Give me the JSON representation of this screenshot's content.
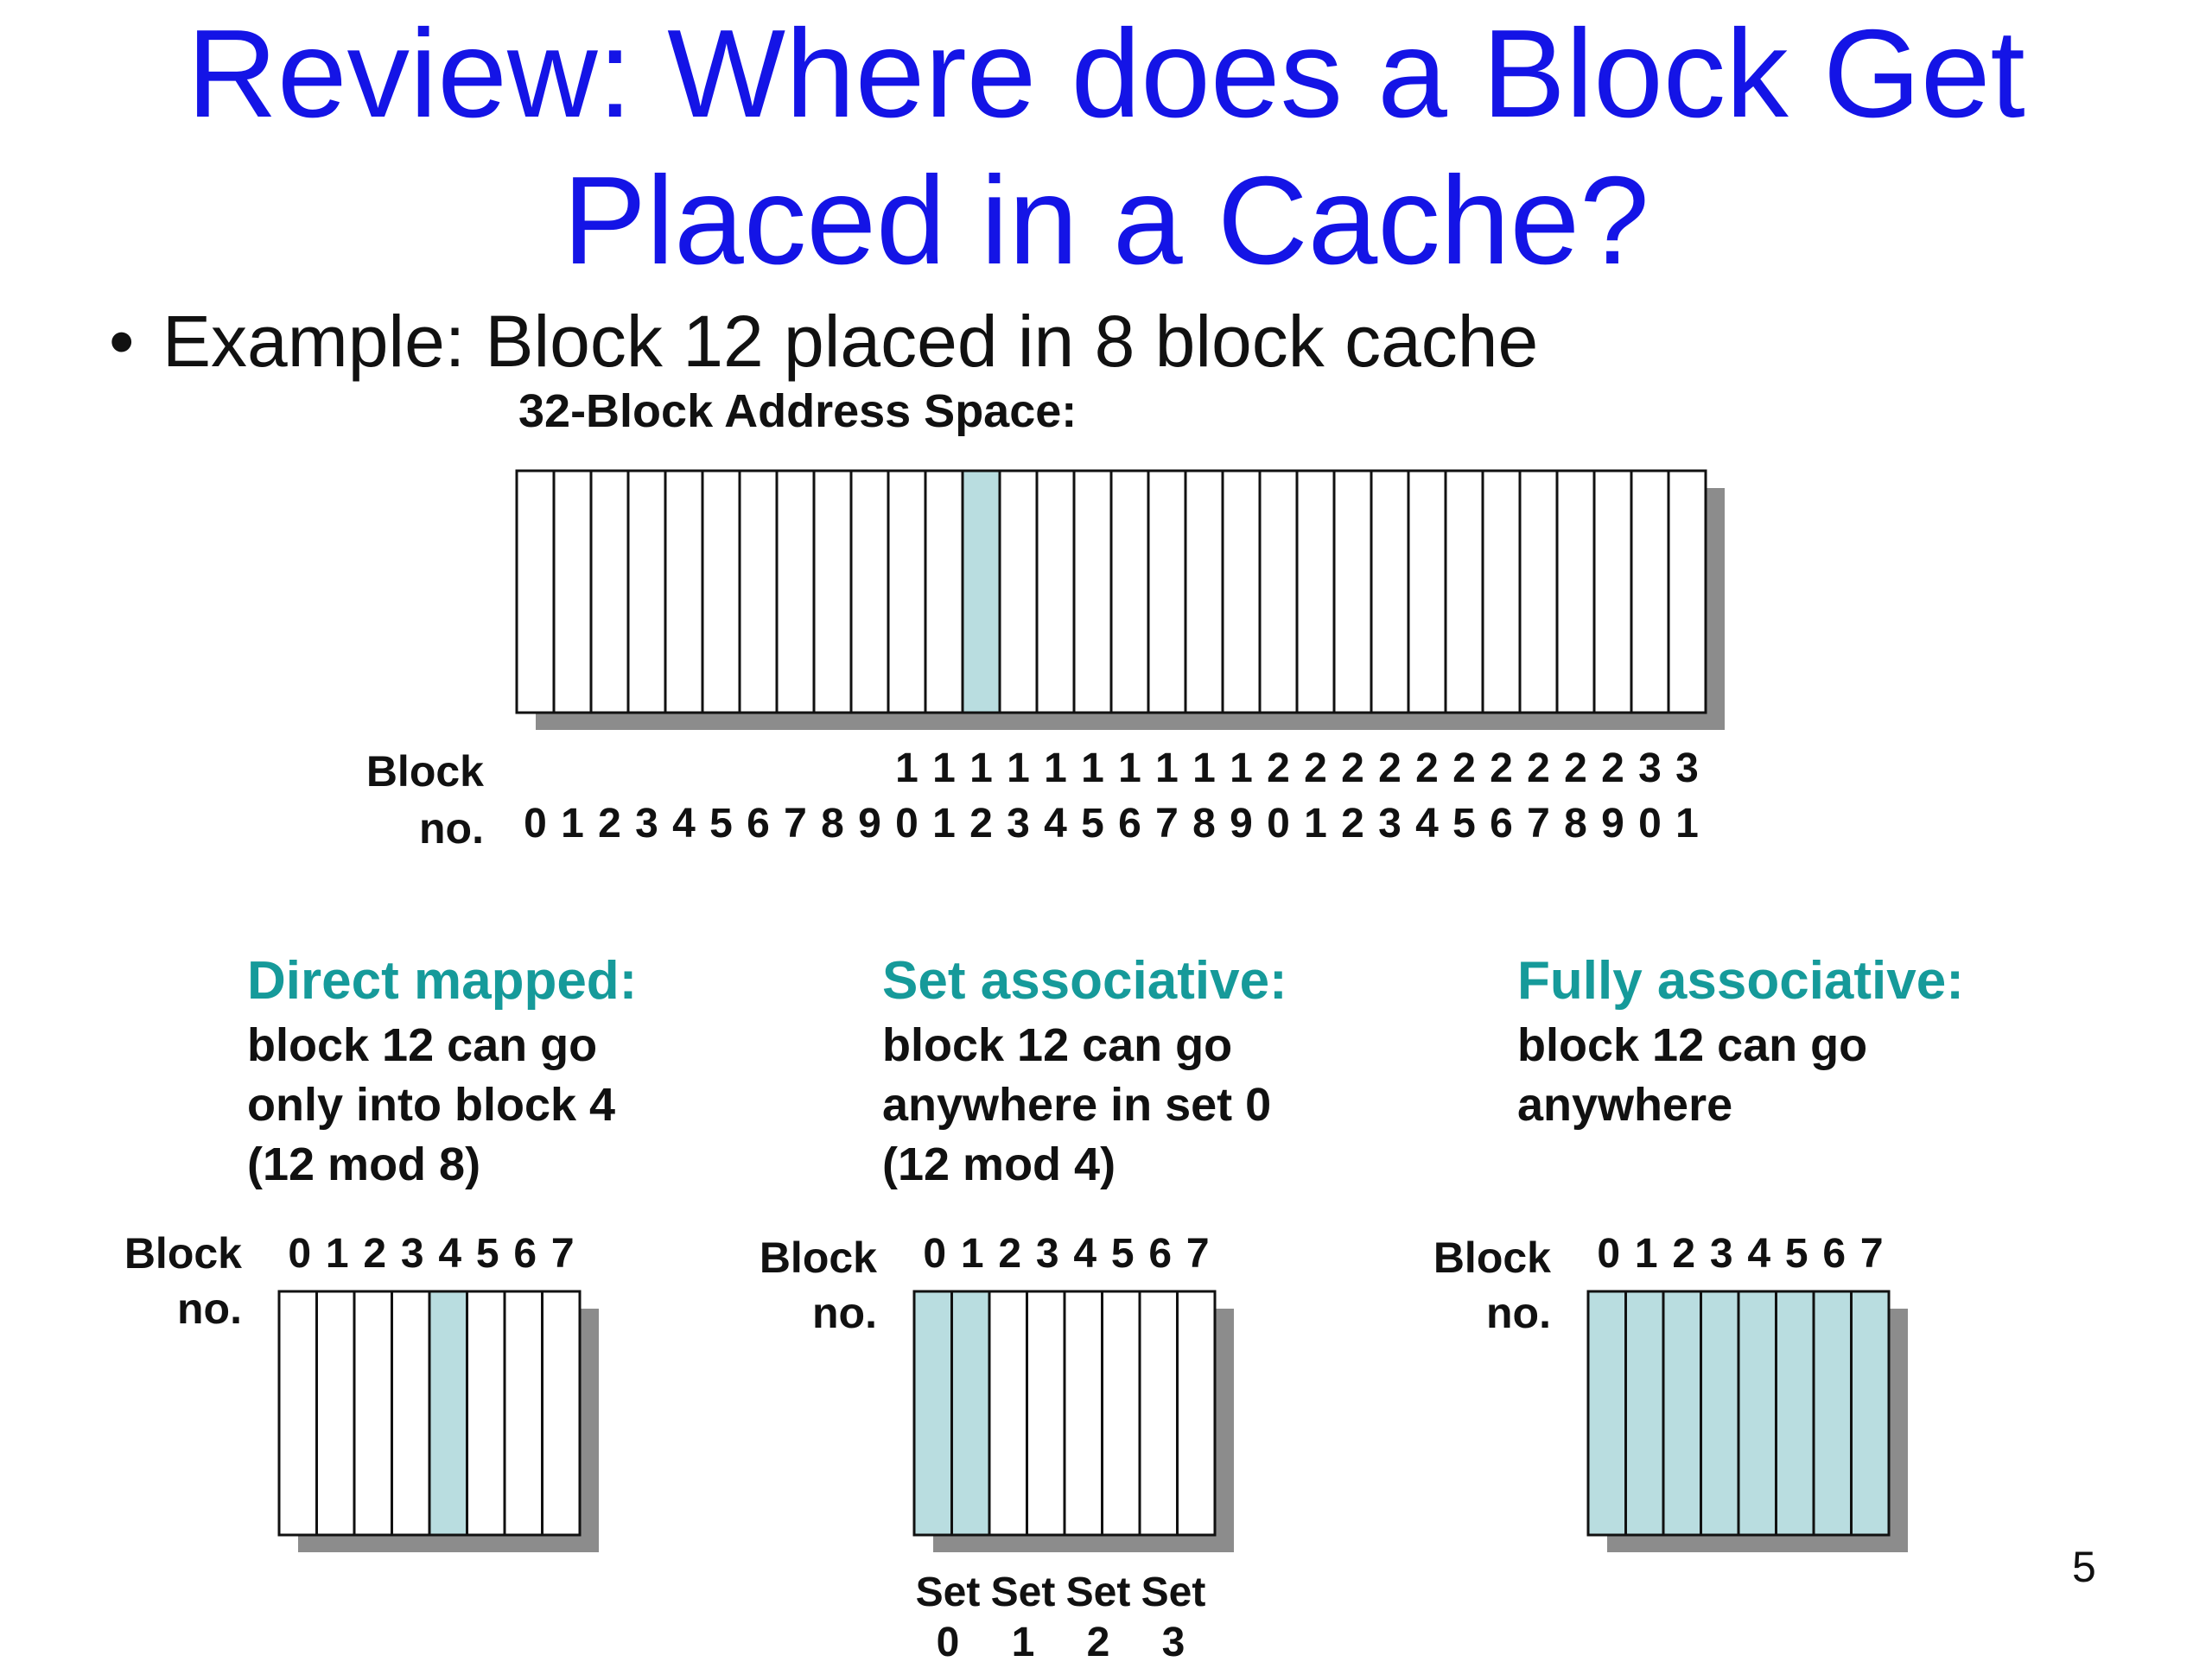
{
  "title": {
    "line1": "Review: Where does a Block Get",
    "line2": "Placed in a Cache?"
  },
  "bullet": {
    "glyph": "•",
    "text": "Example: Block 12 placed in 8 block cache"
  },
  "address_space": {
    "label": "32-Block Address Space:",
    "block_count": 32,
    "highlighted_blocks": [
      12
    ],
    "tens_digits": [
      "",
      "",
      "",
      "",
      "",
      "",
      "",
      "",
      "",
      "",
      "1",
      "1",
      "1",
      "1",
      "1",
      "1",
      "1",
      "1",
      "1",
      "1",
      "2",
      "2",
      "2",
      "2",
      "2",
      "2",
      "2",
      "2",
      "2",
      "2",
      "3",
      "3"
    ],
    "units_digits": [
      "0",
      "1",
      "2",
      "3",
      "4",
      "5",
      "6",
      "7",
      "8",
      "9",
      "0",
      "1",
      "2",
      "3",
      "4",
      "5",
      "6",
      "7",
      "8",
      "9",
      "0",
      "1",
      "2",
      "3",
      "4",
      "5",
      "6",
      "7",
      "8",
      "9",
      "0",
      "1"
    ],
    "axis_label_line1": "Block",
    "axis_label_line2": "no."
  },
  "caches": [
    {
      "heading": "Direct mapped:",
      "lines": [
        "block 12 can go",
        "only into block 4",
        "(12 mod 8)"
      ],
      "axis_label_line1": "Block",
      "axis_label_line2": "no.",
      "digits": [
        "0",
        "1",
        "2",
        "3",
        "4",
        "5",
        "6",
        "7"
      ],
      "highlighted_blocks": [
        4
      ]
    },
    {
      "heading": "Set associative:",
      "lines": [
        "block 12 can go",
        "anywhere in set 0",
        "(12 mod 4)"
      ],
      "axis_label_line1": "Block",
      "axis_label_line2": "no.",
      "digits": [
        "0",
        "1",
        "2",
        "3",
        "4",
        "5",
        "6",
        "7"
      ],
      "highlighted_blocks": [
        0,
        1
      ],
      "sets": [
        {
          "word": "Set",
          "num": "0"
        },
        {
          "word": "Set",
          "num": "1"
        },
        {
          "word": "Set",
          "num": "2"
        },
        {
          "word": "Set",
          "num": "3"
        }
      ]
    },
    {
      "heading": "Fully associative:",
      "lines": [
        "block 12 can go",
        "anywhere"
      ],
      "axis_label_line1": "Block",
      "axis_label_line2": "no.",
      "digits": [
        "0",
        "1",
        "2",
        "3",
        "4",
        "5",
        "6",
        "7"
      ],
      "highlighted_blocks": [
        0,
        1,
        2,
        3,
        4,
        5,
        6,
        7
      ]
    }
  ],
  "page_number": "5",
  "colors": {
    "title": "#1414e6",
    "heading": "#169a9a",
    "highlight": "#b9dde0",
    "shadow": "#8c8c8c",
    "cell": "#ffffff"
  }
}
